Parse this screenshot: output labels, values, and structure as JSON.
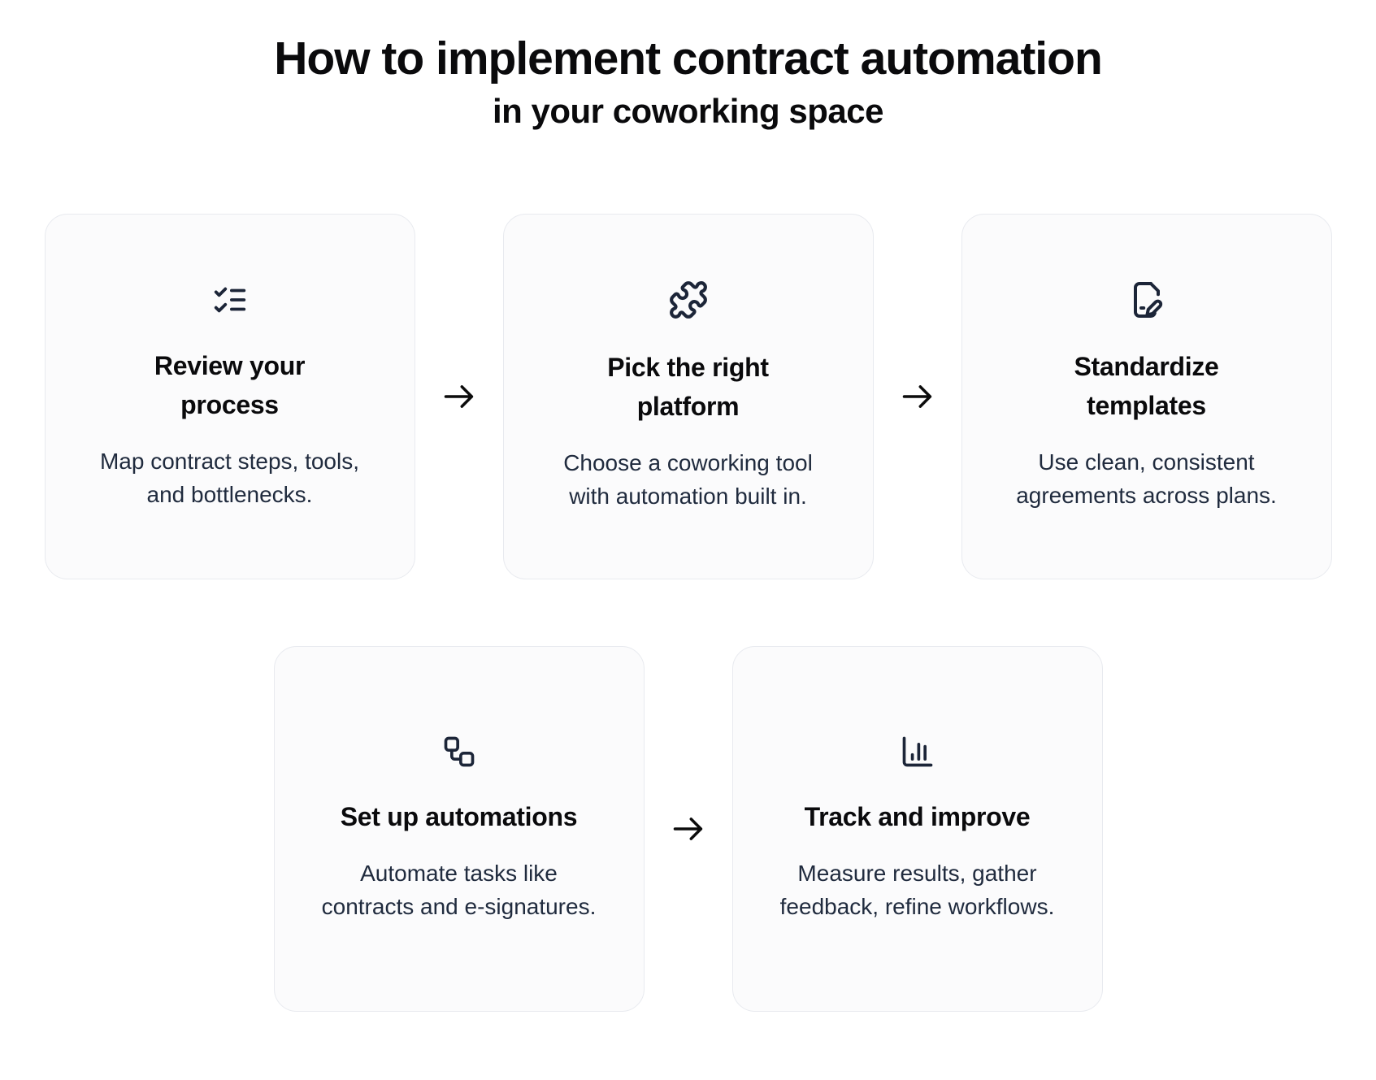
{
  "page": {
    "title": "How to implement contract automation",
    "subtitle": "in your coworking space"
  },
  "colors": {
    "background": "#ffffff",
    "card_background": "#fbfbfc",
    "card_border": "#e8eaef",
    "icon_stroke": "#1c2538",
    "heading_text": "#0a0a0c",
    "body_text": "#202b3e",
    "arrow": "#0c0c0c"
  },
  "arrow": {
    "icon": "arrow-right-icon",
    "direction": "right"
  },
  "steps": [
    {
      "icon": "checklist-icon",
      "title": "Review your\nprocess",
      "description": "Map contract steps, tools,\nand bottlenecks."
    },
    {
      "icon": "puzzle-icon",
      "title": "Pick the right\nplatform",
      "description": "Choose a coworking tool\nwith automation built in."
    },
    {
      "icon": "document-edit-icon",
      "title": "Standardize\ntemplates",
      "description": "Use clean, consistent\nagreements across plans."
    },
    {
      "icon": "workflow-icon",
      "title": "Set up automations",
      "description": "Automate tasks like\ncontracts and e-signatures."
    },
    {
      "icon": "bar-chart-icon",
      "title": "Track and improve",
      "description": "Measure results, gather\nfeedback, refine workflows."
    }
  ]
}
